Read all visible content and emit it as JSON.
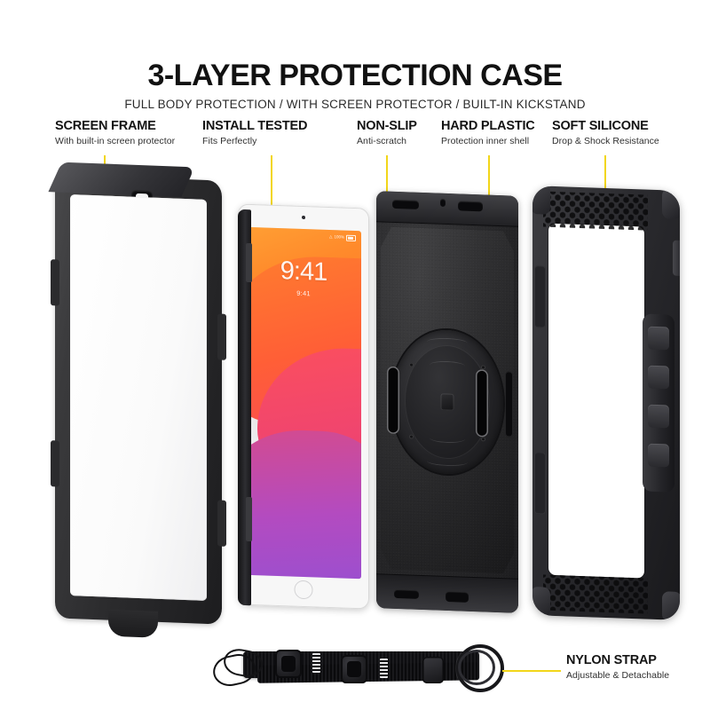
{
  "header": {
    "title": "3-LAYER PROTECTION CASE",
    "subtitle": "FULL BODY PROTECTION / WITH SCREEN PROTECTOR / BUILT-IN KICKSTAND"
  },
  "accent_color": "#f2d61a",
  "callouts": [
    {
      "id": "screen-frame",
      "title": "SCREEN FRAME",
      "desc": "With built-in screen protector"
    },
    {
      "id": "install-tested",
      "title": "INSTALL TESTED",
      "desc": "Fits Perfectly"
    },
    {
      "id": "non-slip",
      "title": "NON-SLIP",
      "desc": "Anti-scratch"
    },
    {
      "id": "hard-plastic",
      "title": "HARD PLASTIC",
      "desc": "Protection inner shell"
    },
    {
      "id": "soft-silicone",
      "title": "SOFT SILICONE",
      "desc": "Drop & Shock Resistance"
    },
    {
      "id": "nylon-strap",
      "title": "NYLON STRAP",
      "desc": "Adjustable & Detachable"
    }
  ],
  "tablet": {
    "clock": "9:41",
    "date": "9:41",
    "battery": "100%"
  }
}
